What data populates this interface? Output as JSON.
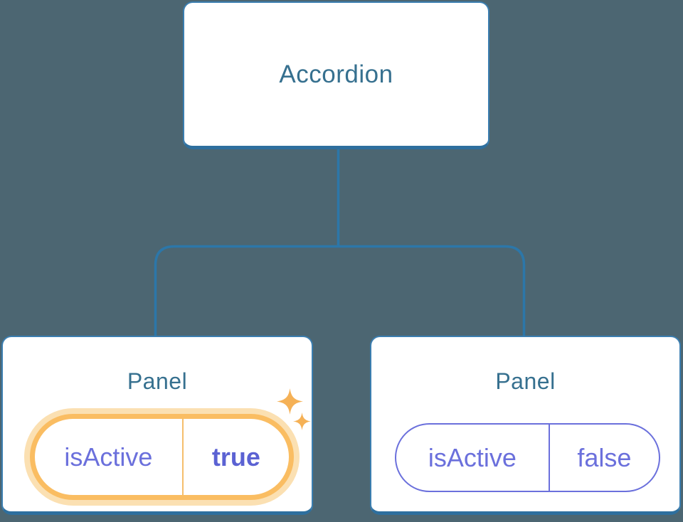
{
  "diagram": {
    "root_label": "Accordion",
    "panels": [
      {
        "title": "Panel",
        "state_name": "isActive",
        "state_value": "true",
        "highlighted": true
      },
      {
        "title": "Panel",
        "state_name": "isActive",
        "state_value": "false",
        "highlighted": false
      }
    ]
  },
  "icons": {
    "sparkle": "four-point-star"
  },
  "colors": {
    "bg": "#4C6672",
    "node-fill": "#FFFFFF",
    "node-border": "#3B7EB0",
    "node-border-dark": "#2E6F9E",
    "connector": "#2C77A9",
    "heading": "#36708F",
    "purple": "#6B70DC",
    "purple-bold": "#5B62D3",
    "accent-border": "#FABD62",
    "accent-ring": "#FBE0B2",
    "accent-divider": "#F5BE6C",
    "sparkle": "#F5B156"
  }
}
